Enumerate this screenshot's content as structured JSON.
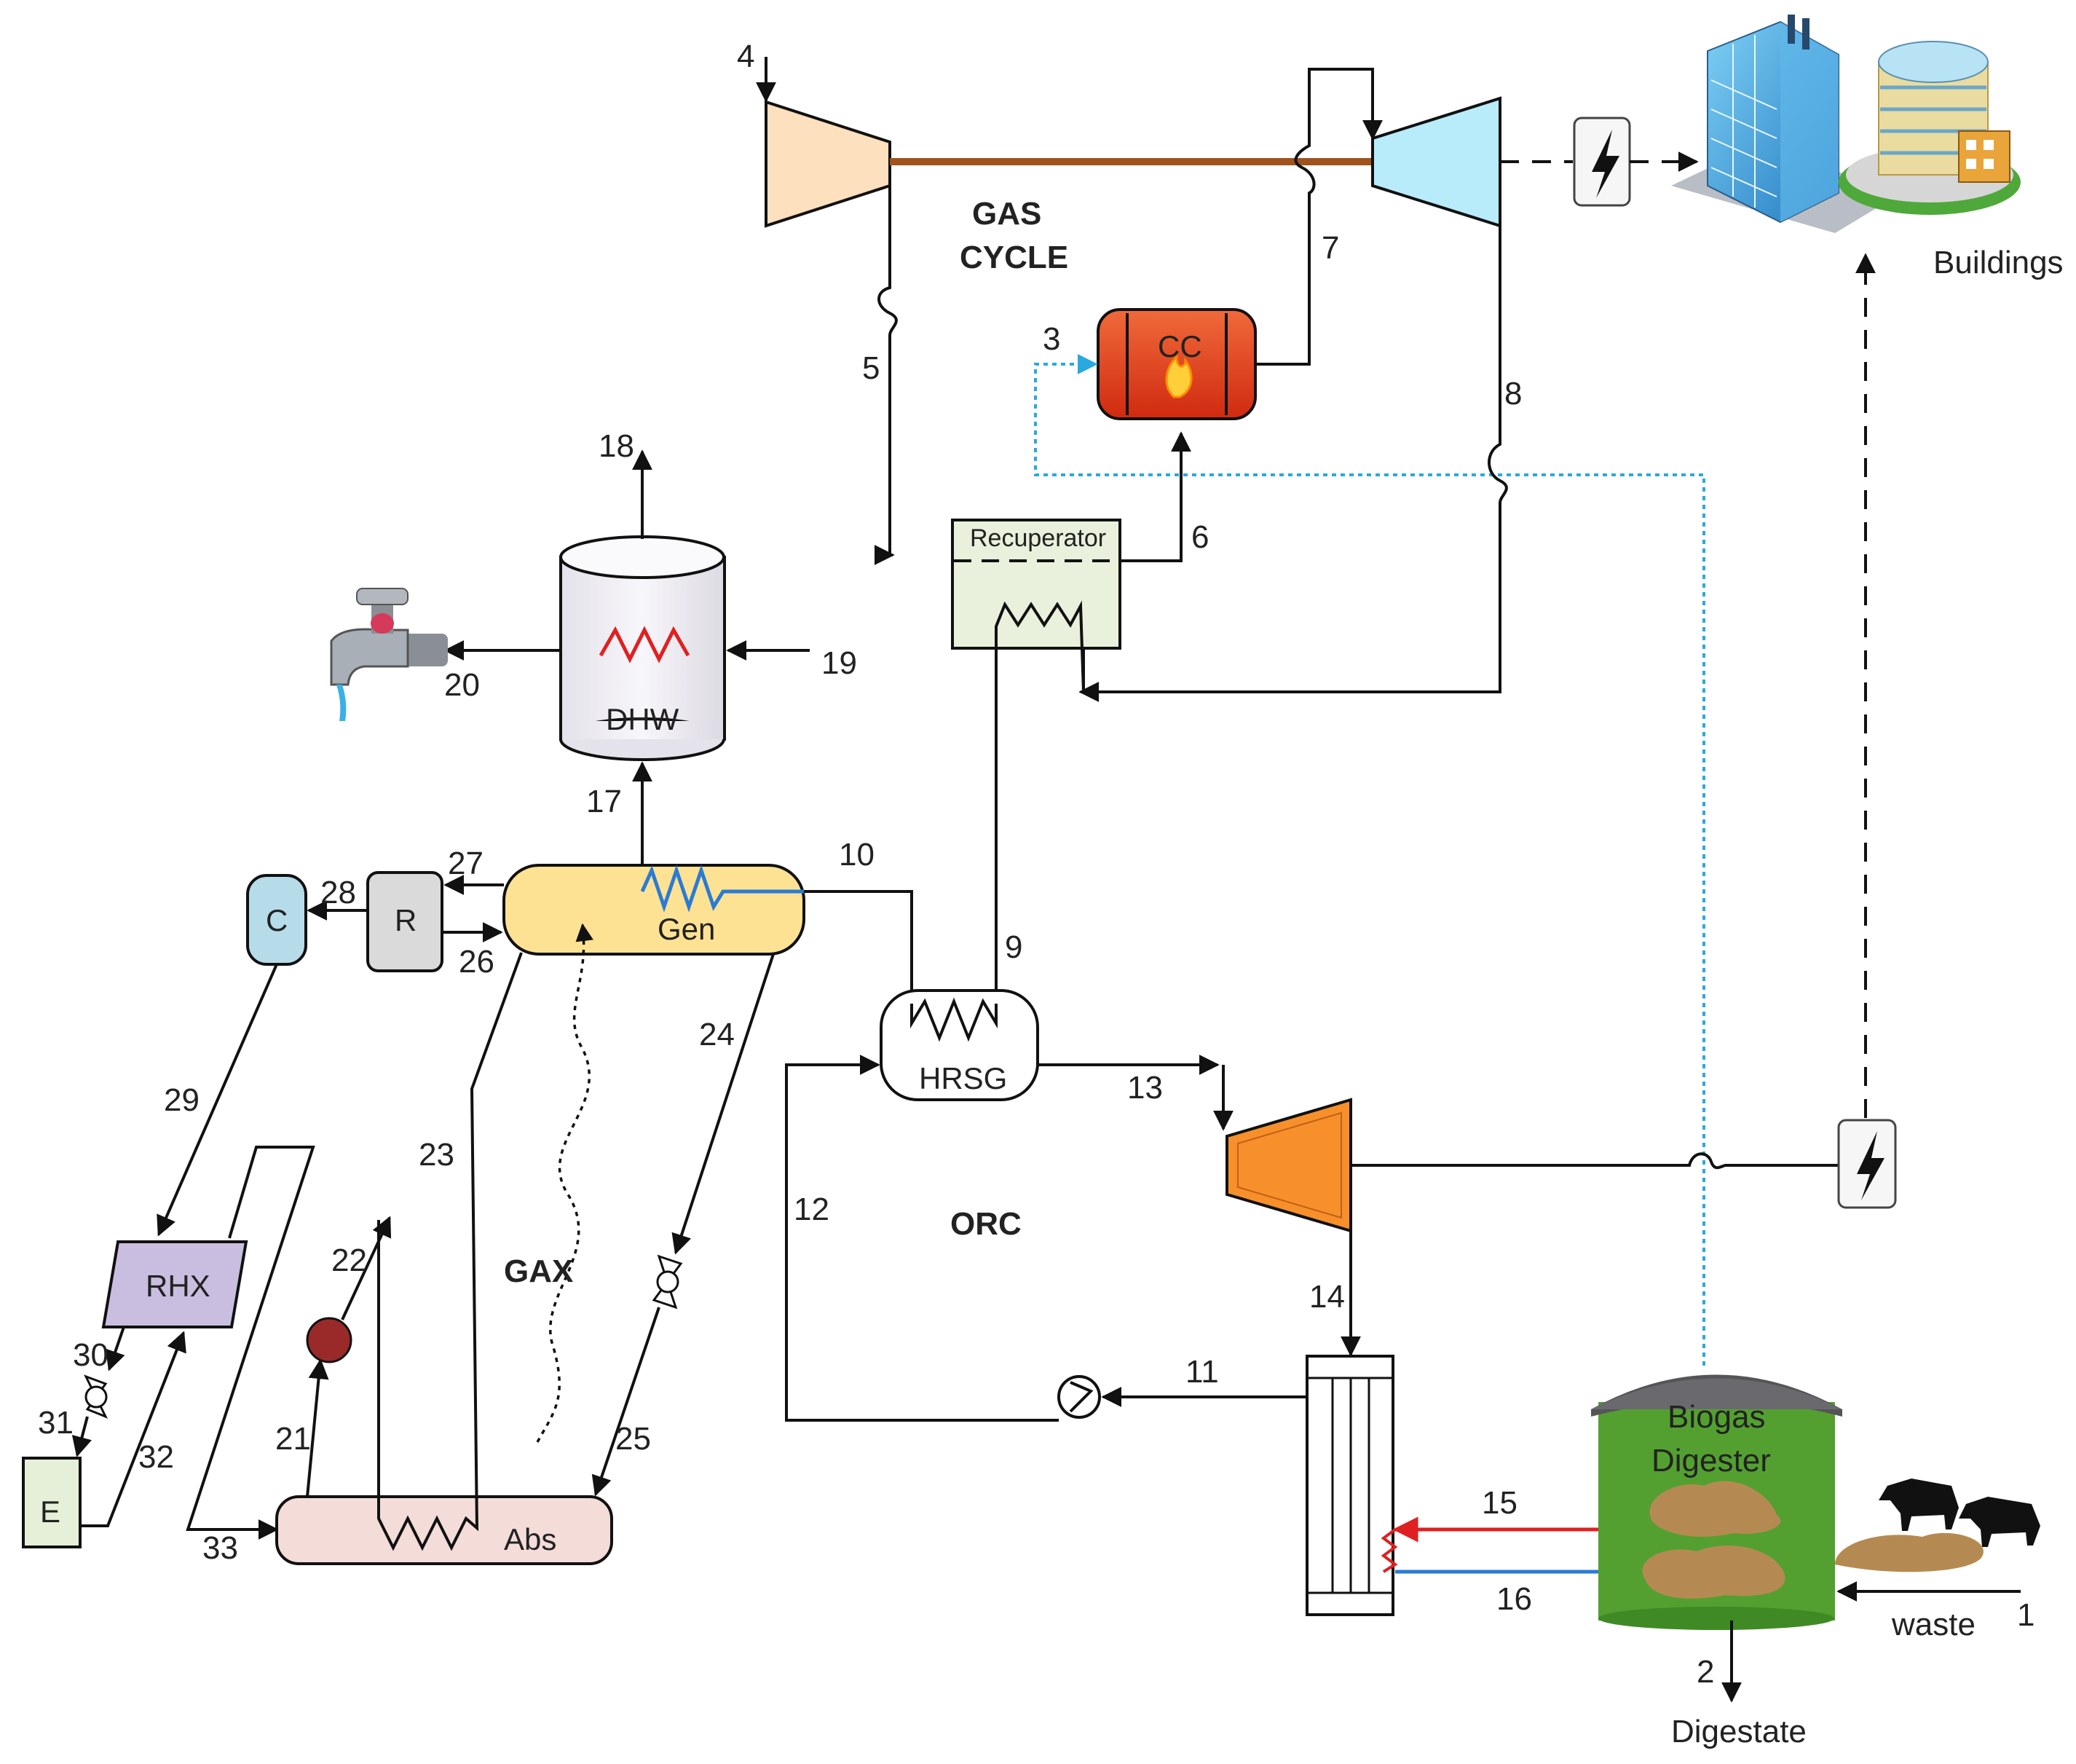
{
  "diagram": {
    "components": {
      "gas_cycle": "GAS",
      "gas_cycle2": "CYCLE",
      "cc": "CC",
      "recuperator": "Recuperator",
      "dhw": "DHW",
      "gen": "Gen",
      "r": "R",
      "c": "C",
      "hrsg": "HRSG",
      "orc": "ORC",
      "gax": "GAX",
      "rhx": "RHX",
      "e": "E",
      "abs": "Abs",
      "biogas": "Biogas",
      "digester": "Digester",
      "buildings": "Buildings",
      "waste": "waste",
      "digestate": "Digestate"
    },
    "states": {
      "s1": "1",
      "s2": "2",
      "s3": "3",
      "s4": "4",
      "s5": "5",
      "s6": "6",
      "s7": "7",
      "s8": "8",
      "s9": "9",
      "s10": "10",
      "s11": "11",
      "s12": "12",
      "s13": "13",
      "s14": "14",
      "s15": "15",
      "s16": "16",
      "s17": "17",
      "s18": "18",
      "s19": "19",
      "s20": "20",
      "s21": "21",
      "s22": "22",
      "s23": "23",
      "s24": "24",
      "s25": "25",
      "s26": "26",
      "s27": "27",
      "s28": "28",
      "s29": "29",
      "s30": "30",
      "s31": "31",
      "s32": "32",
      "s33": "33"
    },
    "colors": {
      "compressor": "#fde0bd",
      "turbine_gas": "#b8ecfa",
      "turbine_orc": "#f7902a",
      "combustion": "#e8401c",
      "shaft": "#a0531d",
      "recuperator": "#e9f1dc",
      "gen": "#fde294",
      "abs": "#f4dcd9",
      "rhx": "#c9bedf",
      "e_box": "#e6f0d9",
      "c_box": "#b6dce9",
      "r_box": "#dadada",
      "digester": "#53a030",
      "biogas_line": "#29a9de",
      "hot_stream": "#e02020",
      "cold_stream": "#2a7bd4"
    }
  }
}
